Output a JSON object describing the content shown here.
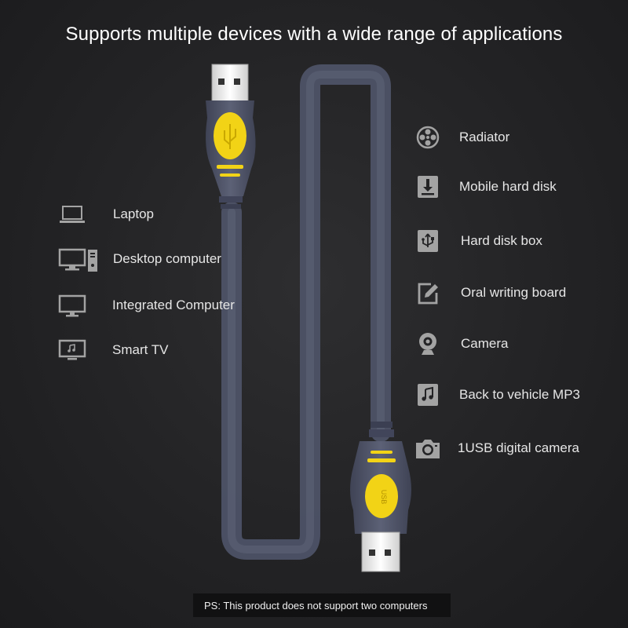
{
  "headline": "Supports multiple devices with a wide range of applications",
  "left_devices": [
    {
      "label": "Laptop",
      "icon": "laptop-icon"
    },
    {
      "label": "Desktop computer",
      "icon": "desktop-computer-icon"
    },
    {
      "label": "Integrated Computer",
      "icon": "monitor-icon"
    },
    {
      "label": "Smart TV",
      "icon": "tv-icon"
    }
  ],
  "right_devices": [
    {
      "label": "Radiator",
      "icon": "fan-icon"
    },
    {
      "label": "Mobile hard disk",
      "icon": "hard-disk-icon"
    },
    {
      "label": "Hard disk box",
      "icon": "usb-box-icon"
    },
    {
      "label": "Oral writing board",
      "icon": "pen-board-icon"
    },
    {
      "label": "Camera",
      "icon": "webcam-icon"
    },
    {
      "label": "Back to vehicle MP3",
      "icon": "music-note-icon"
    },
    {
      "label": "1USB digital camera",
      "icon": "camera-icon"
    }
  ],
  "note": "PS: This product does not support two computers",
  "colors": {
    "background": "#232325",
    "cable": "#5a5f74",
    "connector_body": "#4f5467",
    "accent_yellow": "#f2d316",
    "plug_metal": "#e9e9e9",
    "icon_gray": "#a3a3a3"
  }
}
